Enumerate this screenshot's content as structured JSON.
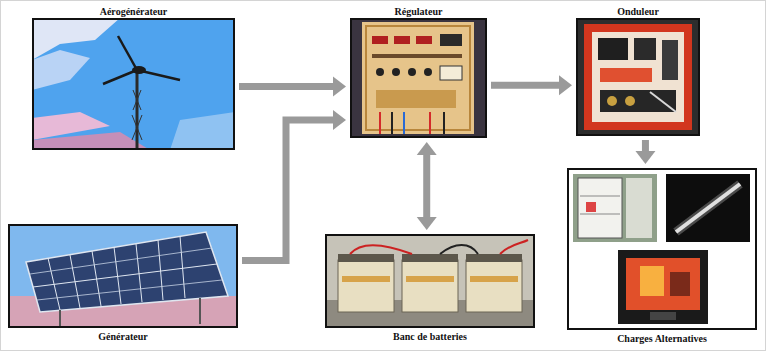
{
  "diagram": {
    "nodes": [
      {
        "text": [
          "Aérogénérateur"
        ]
      },
      {
        "text": [
          "Régulateur"
        ]
      },
      {
        "text": [
          "Onduleur"
        ]
      },
      {
        "text": [
          "Générateur"
        ]
      },
      {
        "text": [
          "Banc de batteries"
        ]
      },
      {
        "text": [
          "Charges Alternatives"
        ]
      }
    ],
    "edges": [
      {
        "from": 0,
        "to": 1,
        "arrow": "to"
      },
      {
        "from": 3,
        "to": 1,
        "arrow": "to"
      },
      {
        "from": 1,
        "to": 4,
        "arrow": "both"
      },
      {
        "from": 1,
        "to": 2,
        "arrow": "to"
      },
      {
        "from": 2,
        "to": 5,
        "arrow": "to"
      }
    ]
  }
}
